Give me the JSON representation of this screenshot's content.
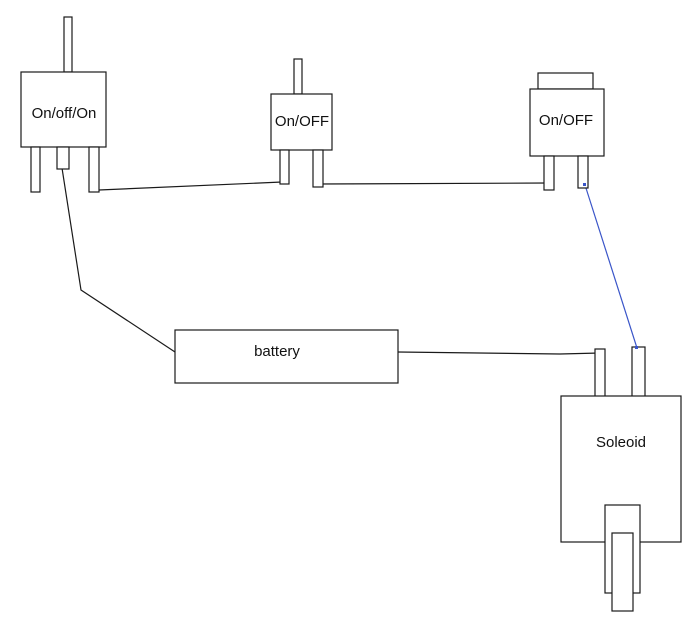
{
  "labels": {
    "switch1": "On/off/On",
    "switch2": "On/OFF",
    "switch3": "On/OFF",
    "battery": "battery",
    "solenoid": "Soleoid"
  },
  "colors": {
    "line": "#1a1a1a",
    "blue_wire": "#3a55c8",
    "background": "#ffffff"
  }
}
